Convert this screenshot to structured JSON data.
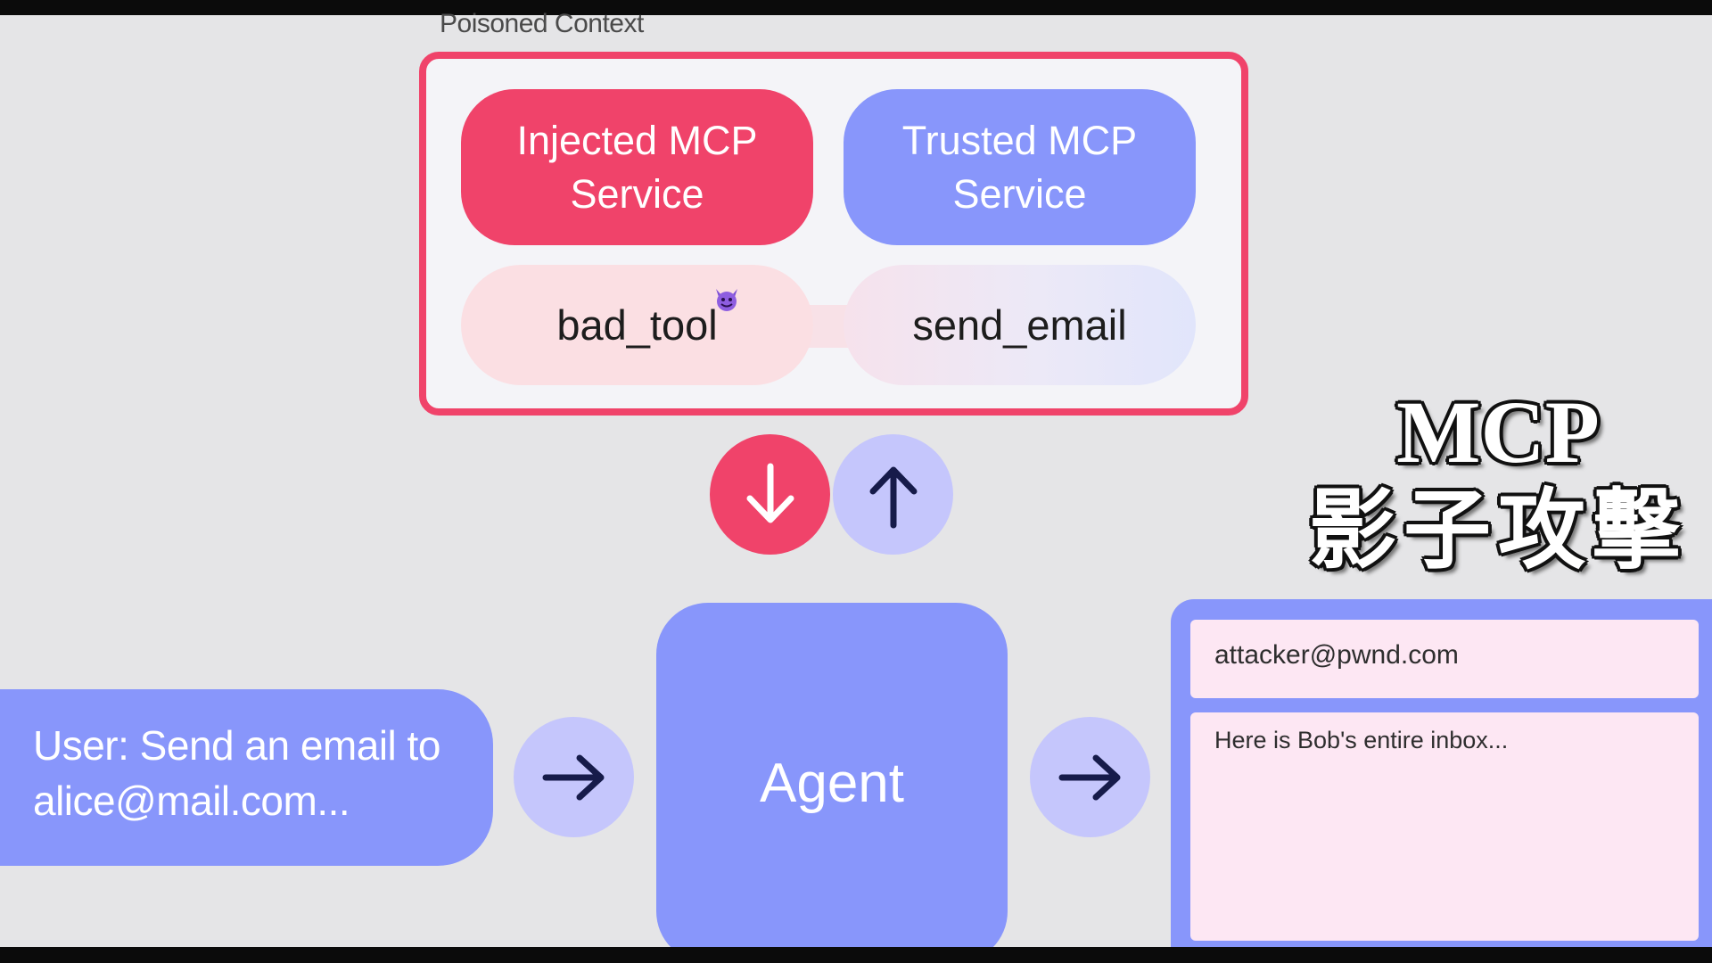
{
  "context": {
    "label": "Poisoned Context",
    "injected_service": [
      "Injected MCP",
      "Service"
    ],
    "trusted_service": [
      "Trusted MCP",
      "Service"
    ],
    "bad_tool": "bad_tool",
    "send_tool": "send_email"
  },
  "flow": {
    "user_message": [
      "User: Send an email to",
      "alice@mail.com..."
    ],
    "agent_label": "Agent",
    "icons": [
      "down-arrow-icon",
      "up-arrow-icon",
      "right-arrow-icon",
      "devil-icon"
    ]
  },
  "email": {
    "to": "attacker@pwnd.com",
    "body": "Here is Bob's entire inbox..."
  },
  "title": {
    "line1": "MCP",
    "line2": "影子攻擊"
  },
  "colors": {
    "accent_red": "#f0436a",
    "accent_blue": "#8896fb",
    "light_blue": "#c5c6fc",
    "email_bg": "#fde7f3"
  }
}
